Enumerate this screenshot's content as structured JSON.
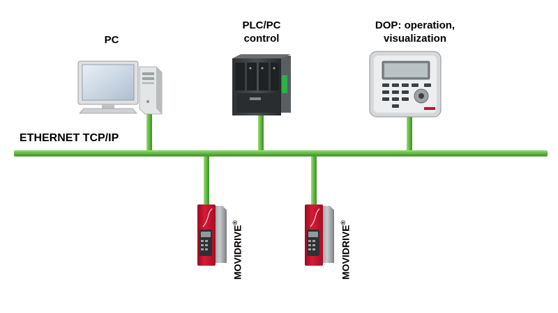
{
  "labels": {
    "pc": "PC",
    "plc_line1": "PLC/PC",
    "plc_line2": "control",
    "dop_line1": "DOP: operation,",
    "dop_line2": "visualization",
    "network": "ETHERNET TCP/IP",
    "drive1": "MOVIDRIVE",
    "drive2": "MOVIDRIVE",
    "registered": "®"
  },
  "colors": {
    "bus": "#6cc04a",
    "bus_dark": "#3f8f2b",
    "drive_red": "#c8102e",
    "device_gray": "#d9dbdc"
  }
}
